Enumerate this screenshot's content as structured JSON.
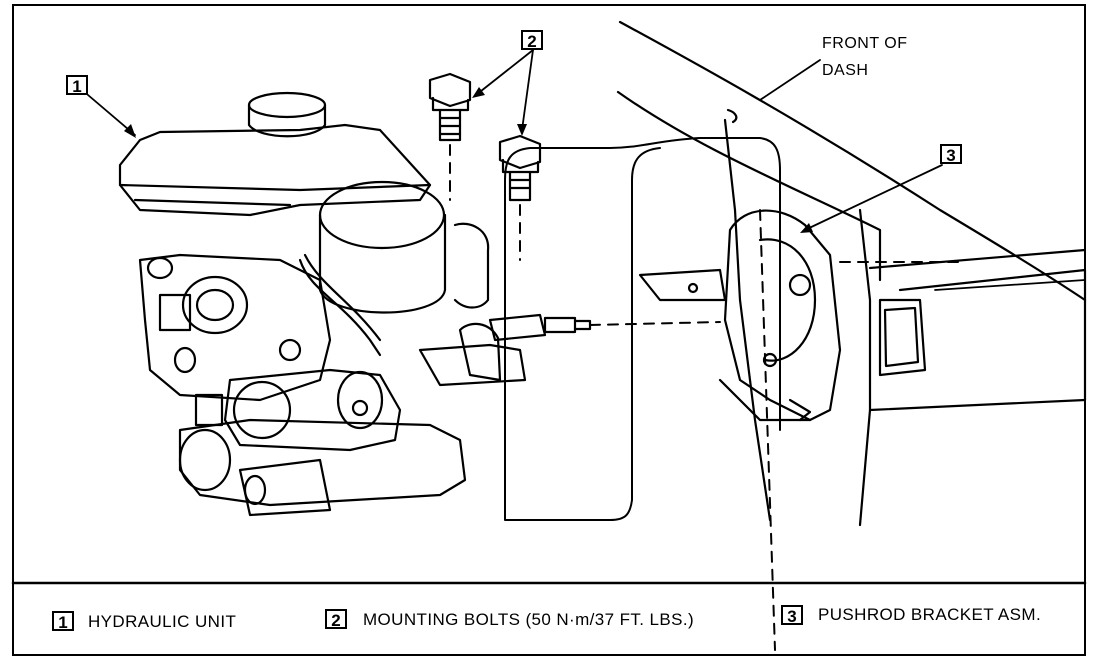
{
  "callouts": {
    "c1": "1",
    "c2": "2",
    "c3": "3"
  },
  "annotation": {
    "line1": "FRONT OF",
    "line2": "DASH"
  },
  "legend": {
    "item1": {
      "num": "1",
      "text": "HYDRAULIC UNIT"
    },
    "item2": {
      "num": "2",
      "text": "MOUNTING BOLTS (50 N·m/37 FT. LBS.)"
    },
    "item3": {
      "num": "3",
      "text": "PUSHROD BRACKET ASM."
    }
  }
}
